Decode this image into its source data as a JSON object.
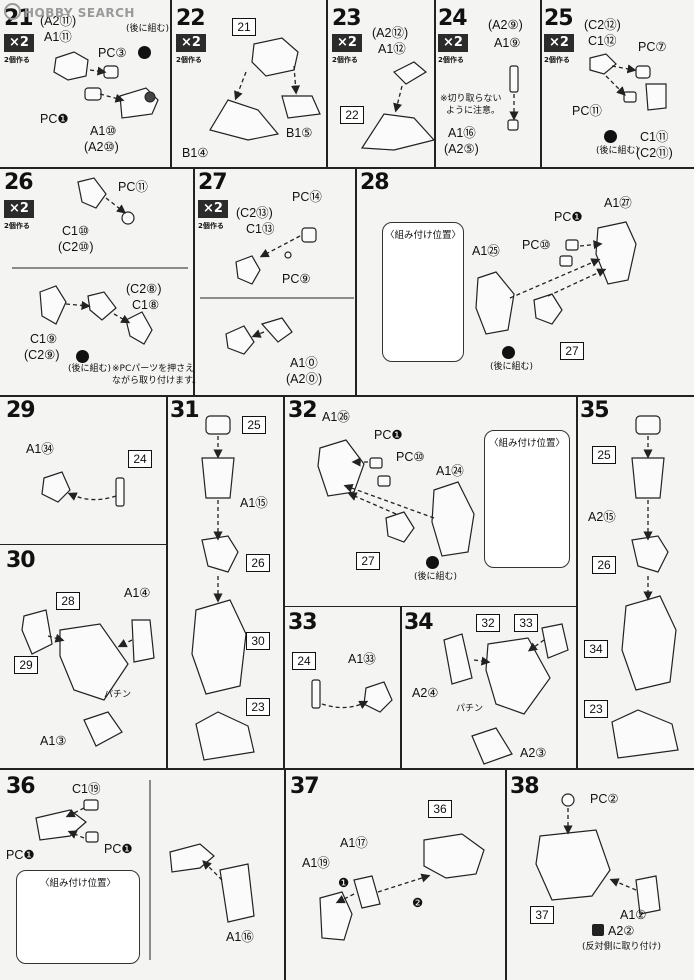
{
  "watermark": "HOBBY SEARCH",
  "make_two": "×2",
  "make_two_note": "2個作る",
  "assembly_position": "〈組み付け位置〉",
  "attach_later": "(後に組む)",
  "click_sound": "パチン",
  "steps": {
    "s21": {
      "num": "21",
      "labels": [
        "(A2⑪)",
        "A1⑪",
        "PC③",
        "PC❶",
        "A1⑩",
        "(A2⑩)"
      ]
    },
    "s22": {
      "num": "22",
      "labels": [
        "21",
        "B1④",
        "B1⑤"
      ]
    },
    "s23": {
      "num": "23",
      "labels": [
        "(A2⑫)",
        "A1⑫",
        "22"
      ]
    },
    "s24": {
      "num": "24",
      "labels": [
        "(A2⑨)",
        "A1⑨",
        "※切り取らない",
        "ように注意。",
        "A1⑯",
        "(A2⑤)"
      ]
    },
    "s25": {
      "num": "25",
      "labels": [
        "(C2⑫)",
        "C1⑫",
        "PC⑦",
        "PC⑪",
        "C1⑪",
        "(C2⑪)"
      ]
    },
    "s26": {
      "num": "26",
      "labels": [
        "PC⑪",
        "C1⑩",
        "(C2⑩)",
        "(C2⑧)",
        "C1⑧",
        "C1⑨",
        "(C2⑨)",
        "※PCパーツを押さえ",
        "ながら取り付けます。"
      ]
    },
    "s27": {
      "num": "27",
      "labels": [
        "PC⑭",
        "(C2⑬)",
        "C1⑬",
        "PC⑨",
        "A1⓪",
        "(A2⓪)"
      ]
    },
    "s28": {
      "num": "28",
      "labels": [
        "PC❶",
        "A1㉗",
        "PC⑩",
        "A1㉕",
        "27"
      ]
    },
    "s29": {
      "num": "29",
      "labels": [
        "A1㉞",
        "24"
      ]
    },
    "s30": {
      "num": "30",
      "labels": [
        "28",
        "A1④",
        "29",
        "A1③"
      ]
    },
    "s31": {
      "num": "31",
      "labels": [
        "25",
        "A1⑮",
        "26",
        "30",
        "23"
      ]
    },
    "s32": {
      "num": "32",
      "labels": [
        "A1㉖",
        "PC❶",
        "PC⑩",
        "A1㉔",
        "27"
      ]
    },
    "s33": {
      "num": "33",
      "labels": [
        "24",
        "A1㉝"
      ]
    },
    "s34": {
      "num": "34",
      "labels": [
        "32",
        "33",
        "A2④",
        "A2③"
      ]
    },
    "s35": {
      "num": "35",
      "labels": [
        "25",
        "A2⑮",
        "26",
        "34",
        "23"
      ]
    },
    "s36": {
      "num": "36",
      "labels": [
        "C1⑲",
        "PC❶",
        "PC❶",
        "A1⑯"
      ]
    },
    "s37": {
      "num": "37",
      "labels": [
        "36",
        "A1⑰",
        "A1⑲",
        "❶",
        "❷"
      ]
    },
    "s38": {
      "num": "38",
      "labels": [
        "PC②",
        "37",
        "A1②",
        "A2②",
        "(反対側に取り付け)"
      ]
    }
  }
}
